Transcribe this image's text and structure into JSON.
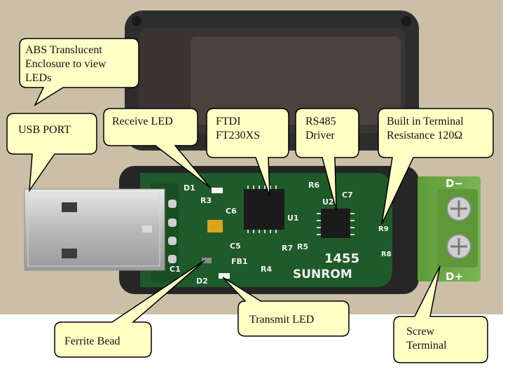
{
  "callouts": {
    "enclosure": [
      "ABS Translucent",
      "Enclosure to view",
      "LEDs"
    ],
    "usb_port": [
      "USB PORT"
    ],
    "receive_led": [
      "Receive LED"
    ],
    "ftdi": [
      "FTDI",
      "FT230XS"
    ],
    "rs485": [
      "RS485",
      "Driver"
    ],
    "terminal_resistance": [
      "Built in Terminal",
      "Resistance 120Ω"
    ],
    "ferrite_bead": [
      "Ferrite Bead"
    ],
    "transmit_led": [
      "Transmit LED"
    ],
    "screw_terminal": [
      "Screw",
      "Terminal"
    ]
  },
  "pcb_labels": {
    "brand": "SUNROM",
    "model": "1455",
    "d1": "D1",
    "d2": "D2",
    "r3": "R3",
    "r4": "R4",
    "r5": "R5",
    "r6": "R6",
    "r7": "R7",
    "r8": "R8",
    "r9": "R9",
    "c1": "C1",
    "c5": "C5",
    "c6": "C6",
    "c7": "C7",
    "u1": "U1",
    "u2": "U2",
    "fb1": "FB1",
    "d_minus": "D−",
    "d_plus": "D+"
  },
  "colors": {
    "background": "#cbbfa7",
    "enclosure": "#2b2b2b",
    "pcb": "#1f5a2a",
    "callout_fill": "#ffffc6",
    "terminal": "#6faa45"
  }
}
